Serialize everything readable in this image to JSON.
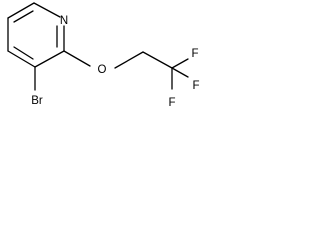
{
  "atoms": {
    "n": "N",
    "o": "O",
    "br": "Br",
    "f1": "F",
    "f2": "F",
    "f3": "F"
  }
}
